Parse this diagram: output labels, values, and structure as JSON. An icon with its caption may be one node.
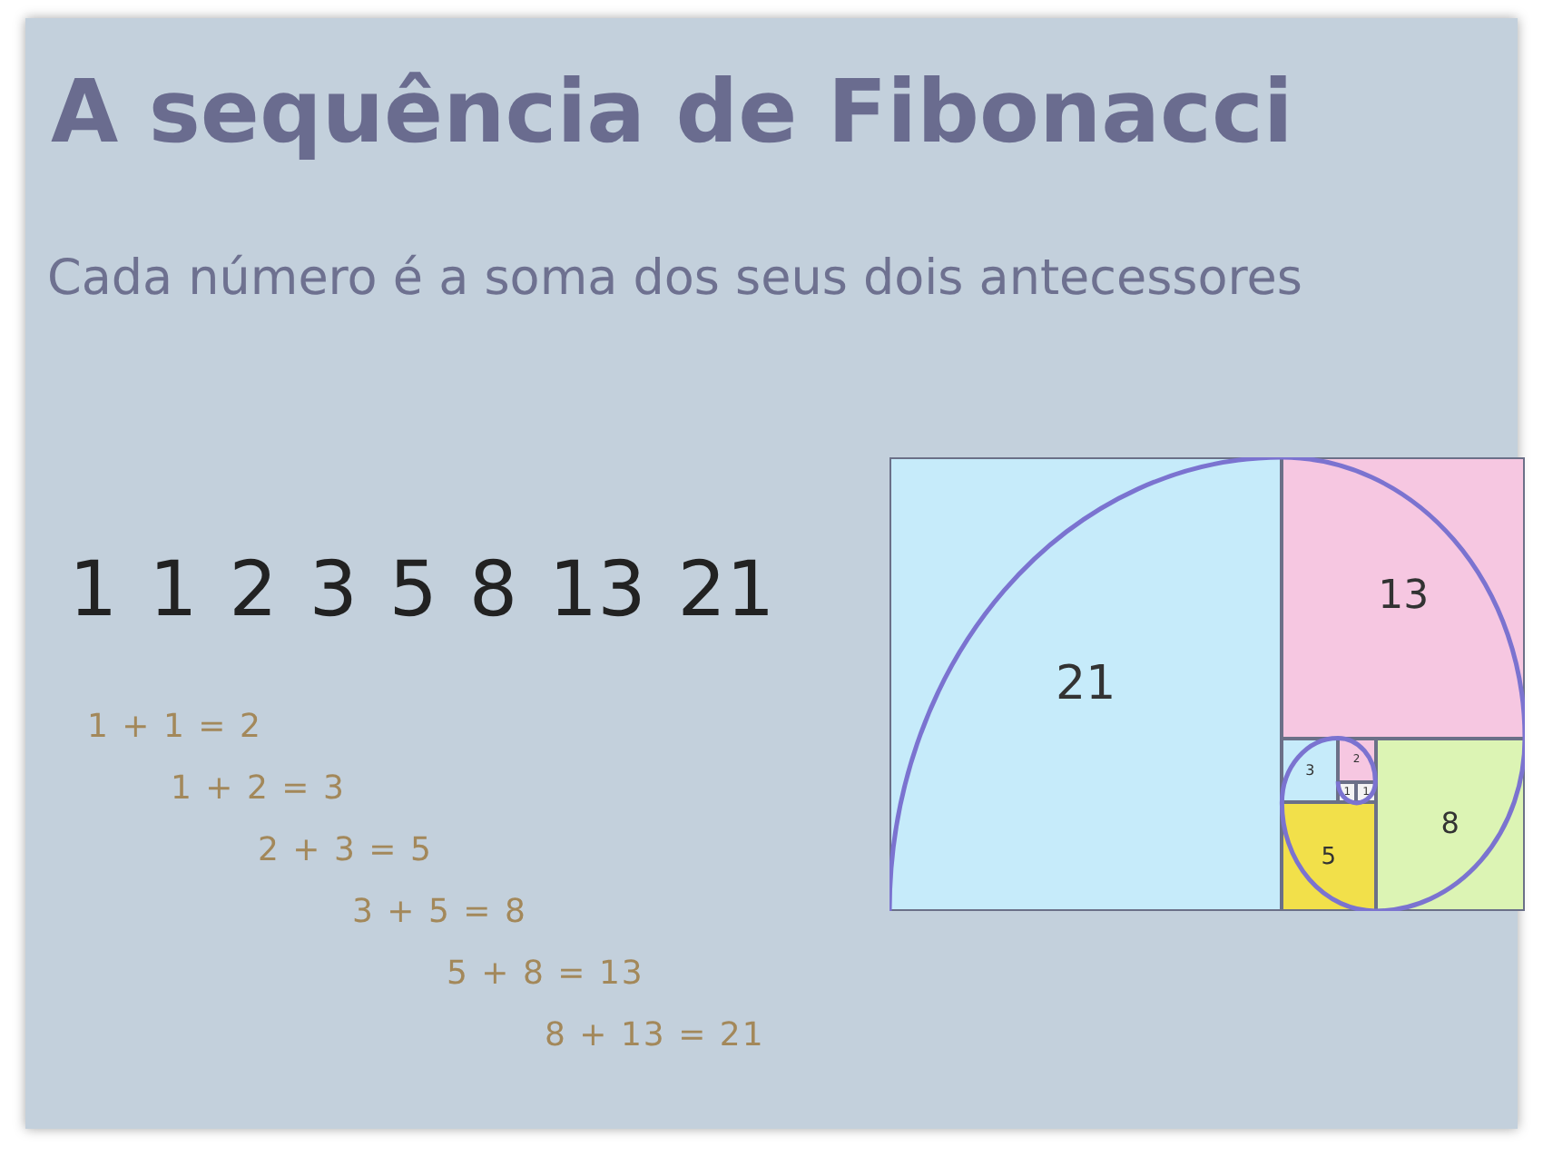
{
  "diagram": {
    "title": "A sequência de Fibonacci",
    "nodes": [
      {
        "text": [
          "21"
        ]
      },
      {
        "text": [
          "13"
        ]
      },
      {
        "text": [
          "3"
        ]
      },
      {
        "text": [
          "2"
        ]
      },
      {
        "text": [
          "1"
        ]
      },
      {
        "text": [
          "1"
        ]
      },
      {
        "text": [
          "5"
        ]
      },
      {
        "text": [
          "8"
        ]
      }
    ],
    "labels": [
      "Cada número é a soma dos seus dois antecessores",
      "1 1 2 3 5 8 13 21",
      "1 + 1 = 2",
      "1 + 2 = 3",
      "2 + 3 = 5",
      "3 + 5 = 8",
      "5 + 8 = 13",
      "8 + 13 = 21"
    ]
  }
}
